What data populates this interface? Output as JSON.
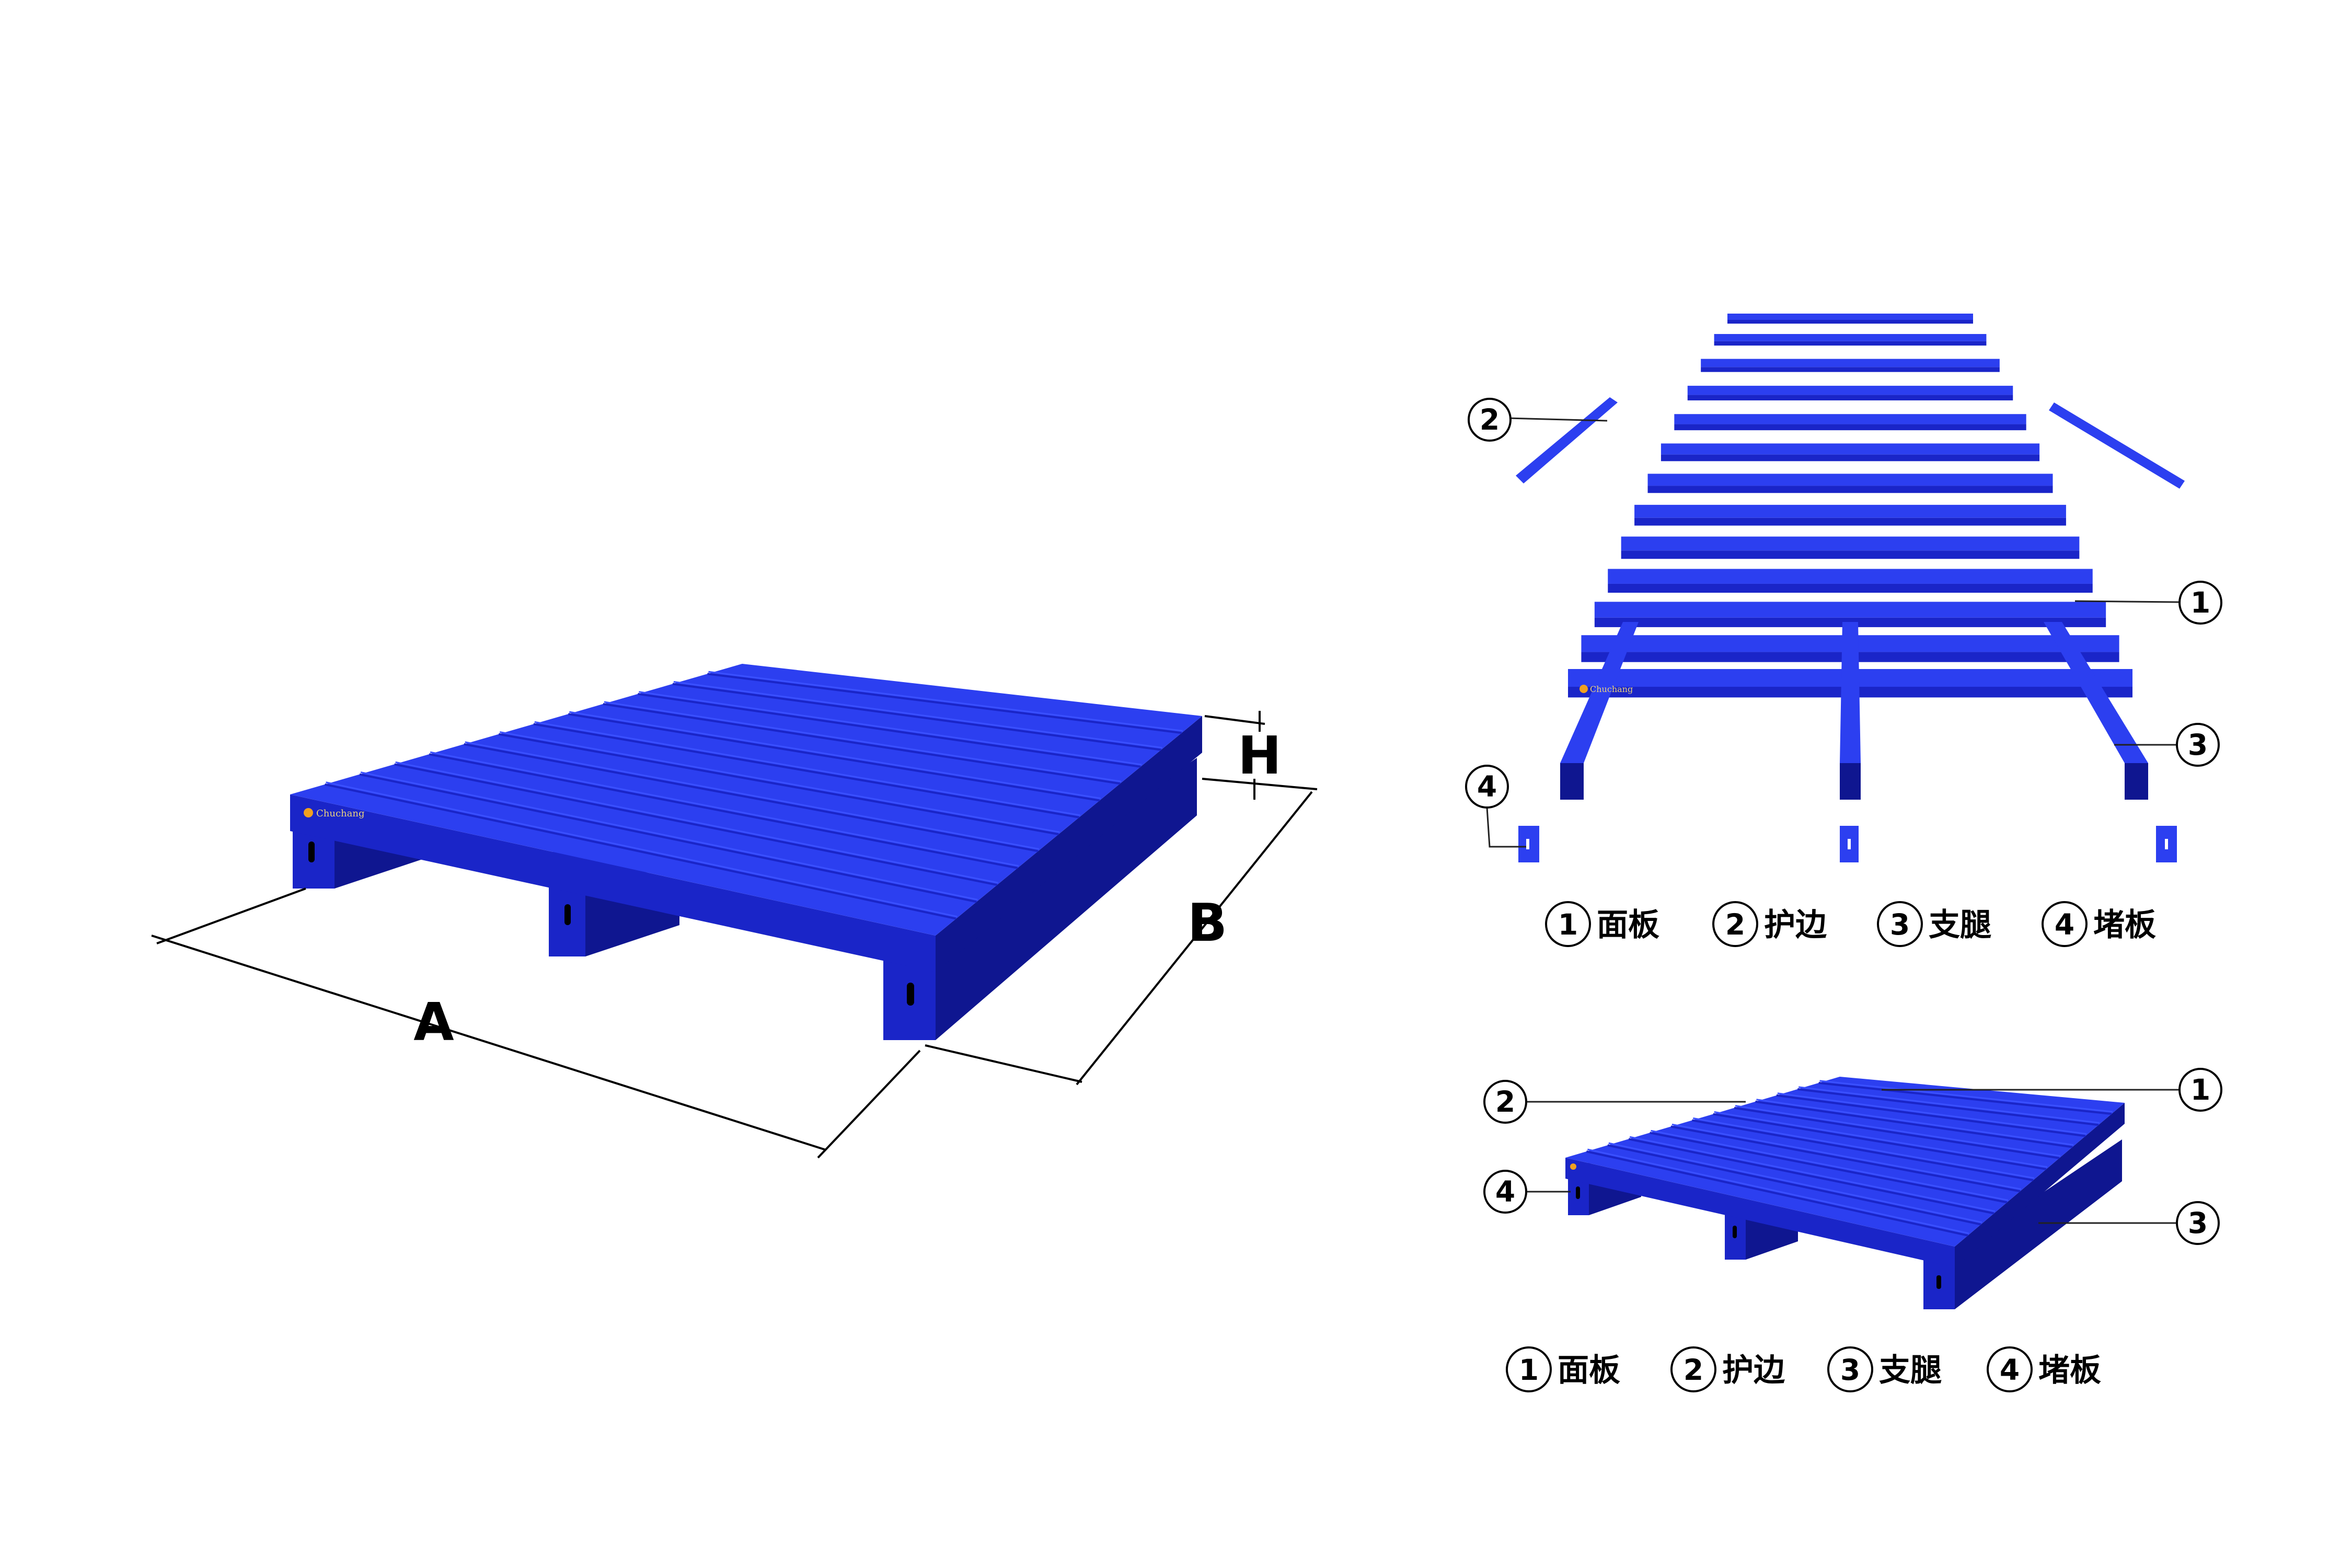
{
  "dimensions": {
    "a": "A",
    "b": "B",
    "h": "H"
  },
  "callouts": {
    "c1": "1",
    "c2": "2",
    "c3": "3",
    "c4": "4"
  },
  "legend": [
    {
      "num": "1",
      "label": "面板"
    },
    {
      "num": "2",
      "label": "护边"
    },
    {
      "num": "3",
      "label": "支腿"
    },
    {
      "num": "4",
      "label": "堵板"
    }
  ],
  "brand_mark": "Chuchang",
  "watermark": "",
  "colors": {
    "top": "#2c3ff0",
    "side": "#1a25c8",
    "dark": "#0f1690",
    "light": "#3a50ff",
    "background": "#ffffff"
  }
}
